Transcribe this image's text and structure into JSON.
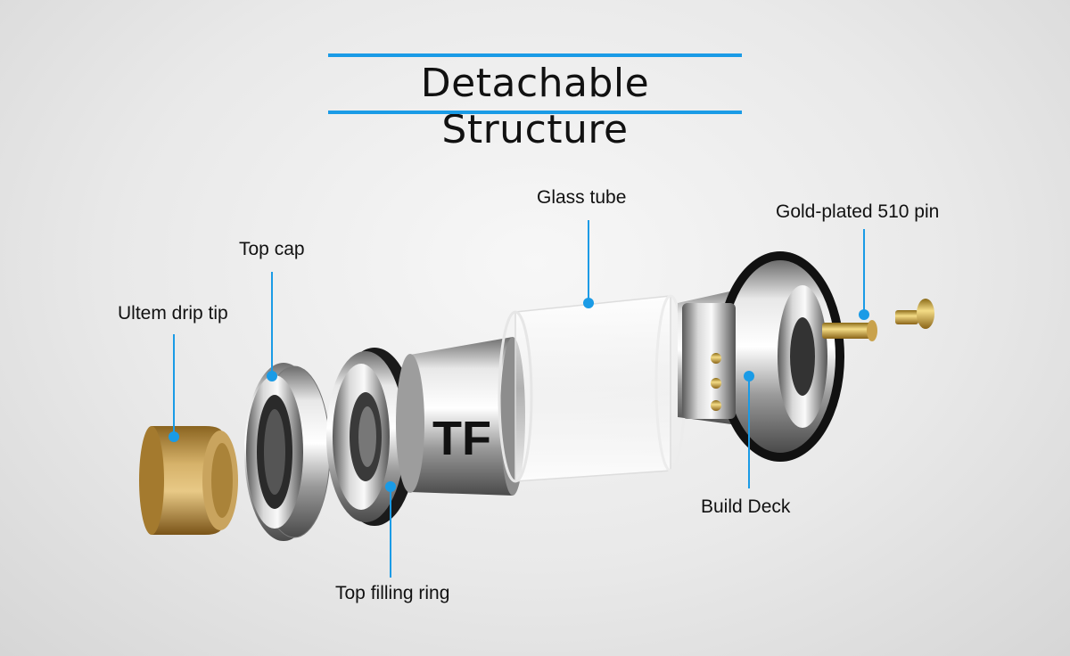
{
  "title": "Detachable Structure",
  "accent_color": "#1a9be6",
  "labels": {
    "drip_tip": "Ultem drip tip",
    "top_cap": "Top cap",
    "filling_ring": "Top filling ring",
    "glass_tube": "Glass tube",
    "build_deck": "Build Deck",
    "pin": "Gold-plated 510 pin"
  },
  "brand_mark": "TF"
}
